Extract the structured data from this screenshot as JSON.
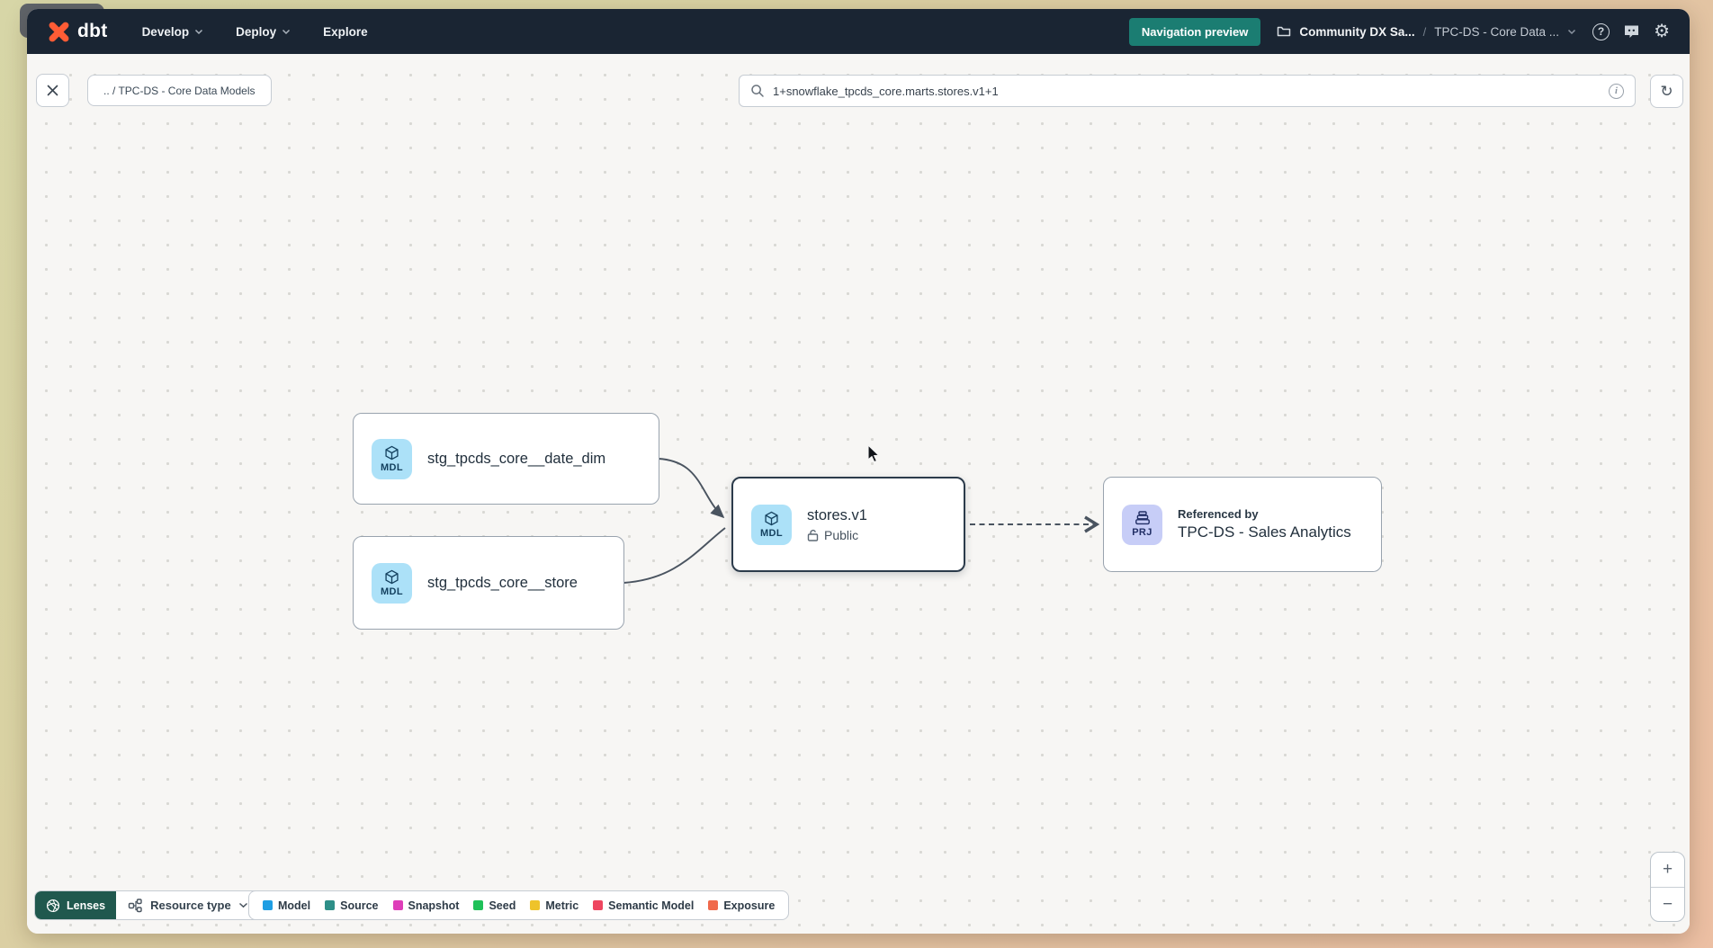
{
  "navbar": {
    "logo_text": "dbt",
    "menu": [
      {
        "label": "Develop",
        "chevron": true
      },
      {
        "label": "Deploy",
        "chevron": true
      },
      {
        "label": "Explore",
        "chevron": false
      }
    ],
    "navigation_preview_label": "Navigation preview",
    "breadcrumb": {
      "project": "Community DX Sa...",
      "separator": "/",
      "current": "TPC-DS - Core Data ..."
    },
    "help_glyph": "?",
    "gear_glyph": "⚙"
  },
  "toolbar": {
    "path_chip": ".. / TPC-DS - Core Data Models",
    "search_value": "1+snowflake_tpcds_core.marts.stores.v1+1",
    "info_glyph": "i",
    "refresh_glyph": "↻"
  },
  "graph": {
    "nodes": {
      "date_dim": {
        "badge": "MDL",
        "label": "stg_tpcds_core__date_dim"
      },
      "store": {
        "badge": "MDL",
        "label": "stg_tpcds_core__store"
      },
      "stores_v1": {
        "badge": "MDL",
        "label": "stores.v1",
        "visibility": "Public"
      },
      "project_ref": {
        "badge": "PRJ",
        "eyebrow": "Referenced by",
        "label": "TPC-DS - Sales Analytics"
      }
    }
  },
  "footer": {
    "lenses_label": "Lenses",
    "resource_type_label": "Resource type",
    "legend": [
      {
        "label": "Model",
        "color": "#1e9ee3"
      },
      {
        "label": "Source",
        "color": "#2e8f88"
      },
      {
        "label": "Snapshot",
        "color": "#de3eb9"
      },
      {
        "label": "Seed",
        "color": "#1fc159"
      },
      {
        "label": "Metric",
        "color": "#eec32b"
      },
      {
        "label": "Semantic Model",
        "color": "#ee4660"
      },
      {
        "label": "Exposure",
        "color": "#f06a4c"
      }
    ]
  },
  "zoom_controls": {
    "zoom_in": "+",
    "zoom_out": "−"
  },
  "colors": {
    "accent_teal": "#1b7d72",
    "navbar_bg": "#1a2533",
    "logo_orange": "#ff5c35",
    "model_badge_bg": "#ace1f8",
    "project_badge_bg": "#c7cdf7",
    "edge": "#4a5460"
  }
}
